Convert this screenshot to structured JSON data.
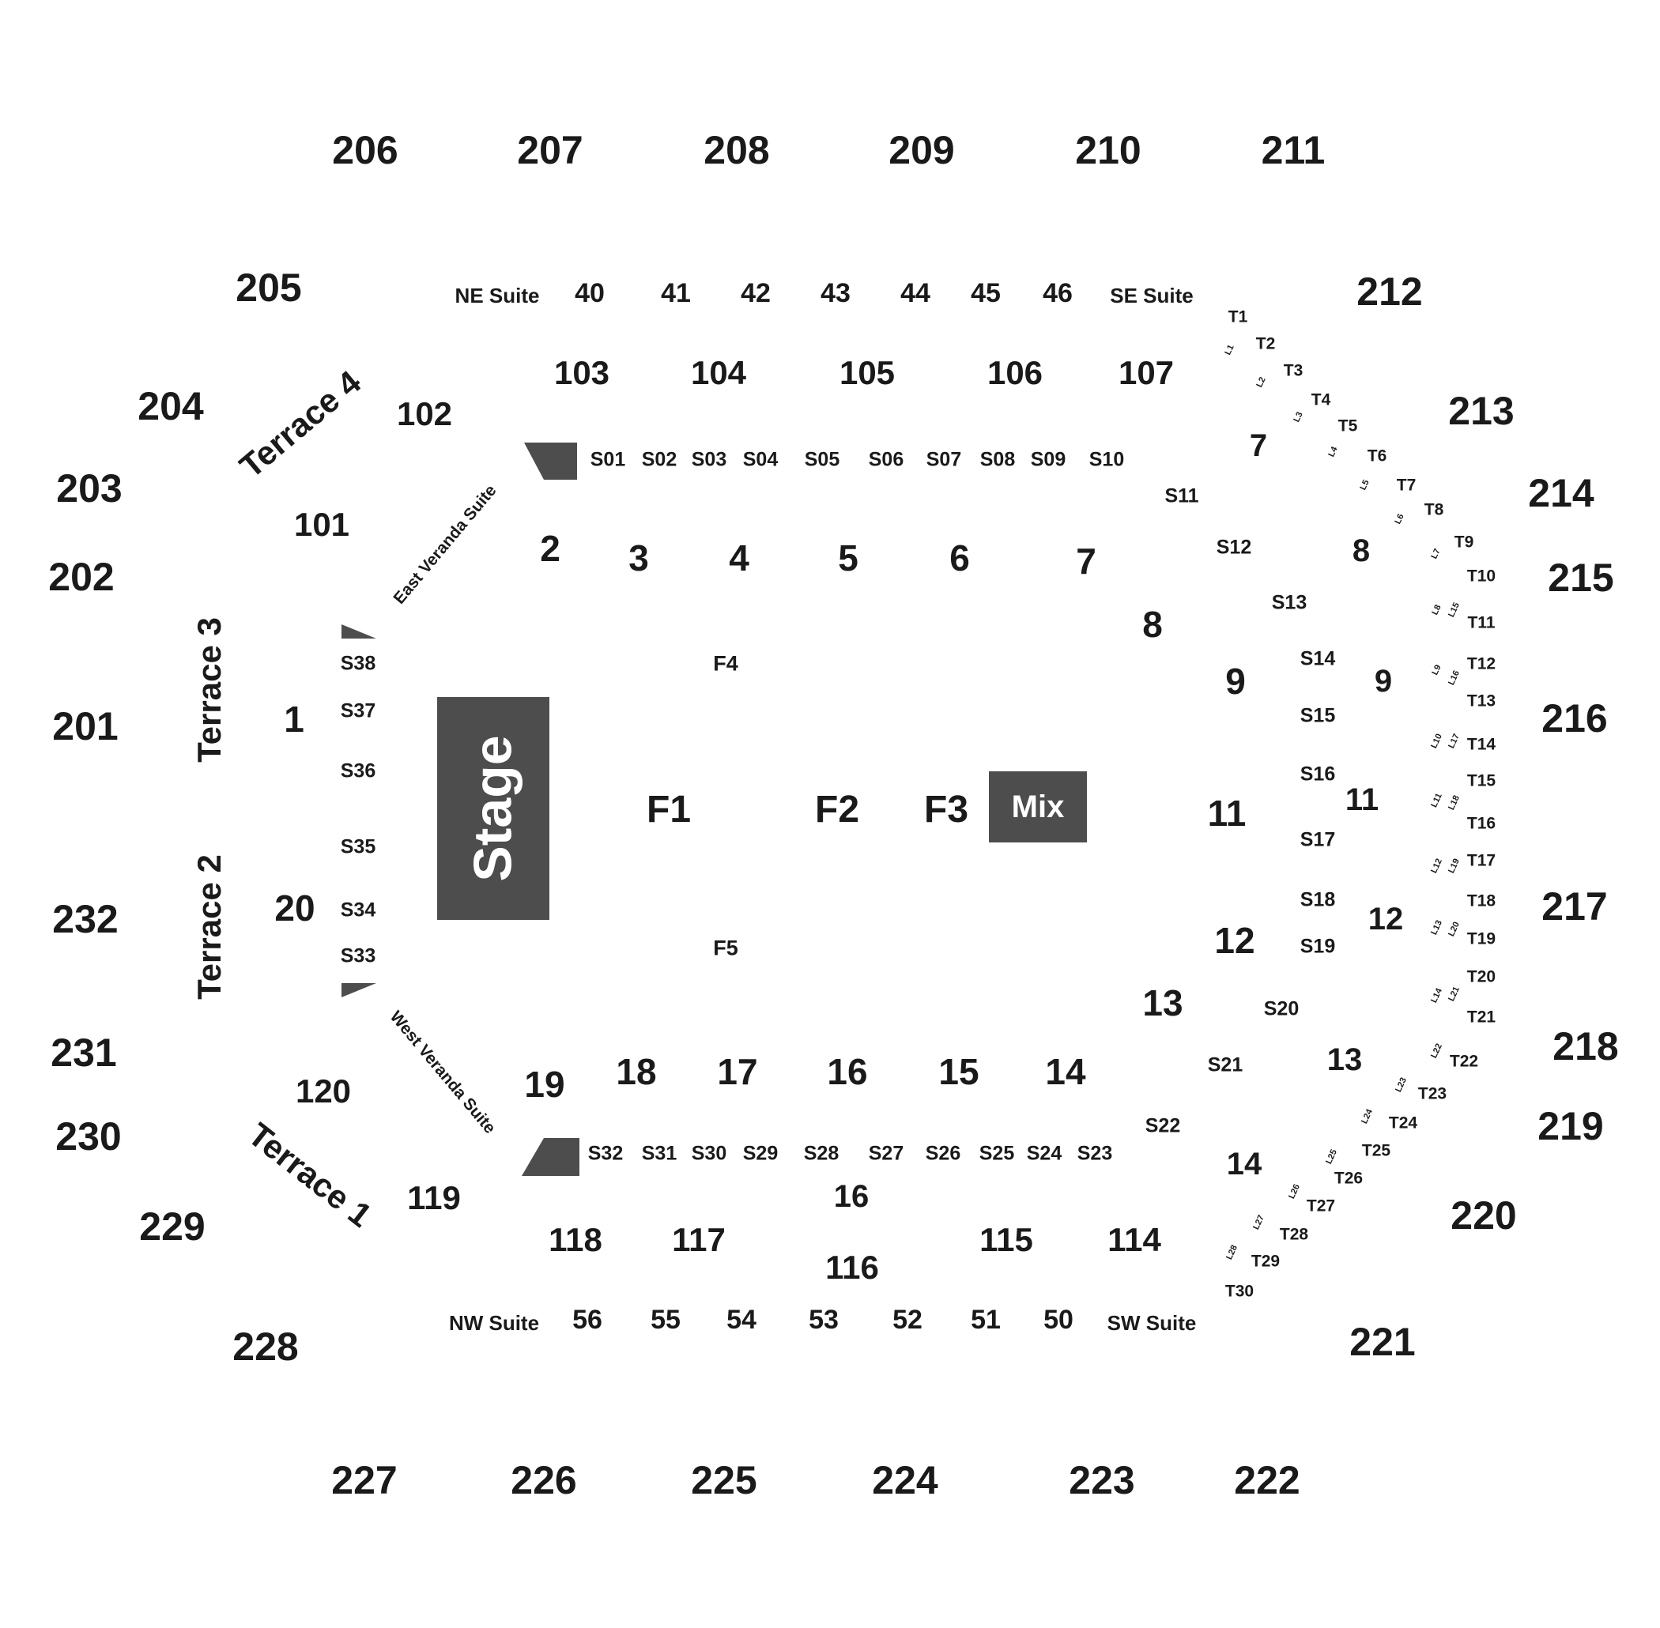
{
  "colors": {
    "background": "#ffffff",
    "text": "#1a1a1a",
    "block_fill": "#4d4d4d",
    "block_text": "#ffffff"
  },
  "stage": {
    "label": "Stage"
  },
  "mix": {
    "label": "Mix"
  },
  "upper_sections": [
    "206",
    "207",
    "208",
    "209",
    "210",
    "211",
    "205",
    "212",
    "204",
    "213",
    "203",
    "214",
    "202",
    "215",
    "201",
    "216",
    "232",
    "217",
    "231",
    "218",
    "230",
    "219",
    "229",
    "220",
    "228",
    "221",
    "227",
    "226",
    "225",
    "224",
    "223",
    "222"
  ],
  "lower_sections": [
    "103",
    "104",
    "105",
    "106",
    "107",
    "102",
    "101",
    "120",
    "119",
    "118",
    "117",
    "116",
    "115",
    "114"
  ],
  "suites": {
    "top_numbers": [
      "40",
      "41",
      "42",
      "43",
      "44",
      "45",
      "46"
    ],
    "bottom_numbers": [
      "56",
      "55",
      "54",
      "53",
      "52",
      "51",
      "50"
    ],
    "ne": "NE Suite",
    "se": "SE Suite",
    "nw": "NW Suite",
    "sw": "SW Suite"
  },
  "boxes": {
    "top": [
      "S01",
      "S02",
      "S03",
      "S04",
      "S05",
      "S06",
      "S07",
      "S08",
      "S09",
      "S10"
    ],
    "bottom": [
      "S32",
      "S31",
      "S30",
      "S29",
      "S28",
      "S27",
      "S26",
      "S25",
      "S24",
      "S23"
    ],
    "left": [
      "S38",
      "S37",
      "S36",
      "S35",
      "S34",
      "S33"
    ],
    "right": [
      "S11",
      "S12",
      "S13",
      "S14",
      "S15",
      "S16",
      "S17",
      "S18",
      "S19",
      "S20",
      "S21",
      "S22"
    ]
  },
  "floor": {
    "big": [
      "F1",
      "F2",
      "F3"
    ],
    "small": [
      "F4",
      "F5"
    ]
  },
  "ga_inner": {
    "top": [
      "2",
      "3",
      "4",
      "5",
      "6",
      "7"
    ],
    "bottom": [
      "19",
      "18",
      "17",
      "16",
      "15",
      "14"
    ],
    "left": [
      "1",
      "20"
    ],
    "right": [
      "8",
      "9",
      "11",
      "12",
      "13"
    ]
  },
  "ga_outer": [
    "7",
    "8",
    "9",
    "11",
    "12",
    "13",
    "14",
    "16"
  ],
  "terraces": [
    "Terrace 1",
    "Terrace 2",
    "Terrace 3",
    "Terrace 4"
  ],
  "verandas": [
    "East Veranda Suite",
    "West Veranda Suite"
  ],
  "tables": [
    "T1",
    "T2",
    "T3",
    "T4",
    "T5",
    "T6",
    "T7",
    "T8",
    "T9",
    "T10",
    "T11",
    "T12",
    "T13",
    "T14",
    "T15",
    "T16",
    "T17",
    "T18",
    "T19",
    "T20",
    "T21",
    "T22",
    "T23",
    "T24",
    "T25",
    "T26",
    "T27",
    "T28",
    "T29",
    "T30"
  ],
  "loges": [
    "L1",
    "L2",
    "L3",
    "L4",
    "L5",
    "L6",
    "L7",
    "L8",
    "L9",
    "L10",
    "L11",
    "L12",
    "L13",
    "L14",
    "L15",
    "L16",
    "L17",
    "L18",
    "L19",
    "L20",
    "L21",
    "L22",
    "L23",
    "L24",
    "L25",
    "L26",
    "L27",
    "L28"
  ]
}
